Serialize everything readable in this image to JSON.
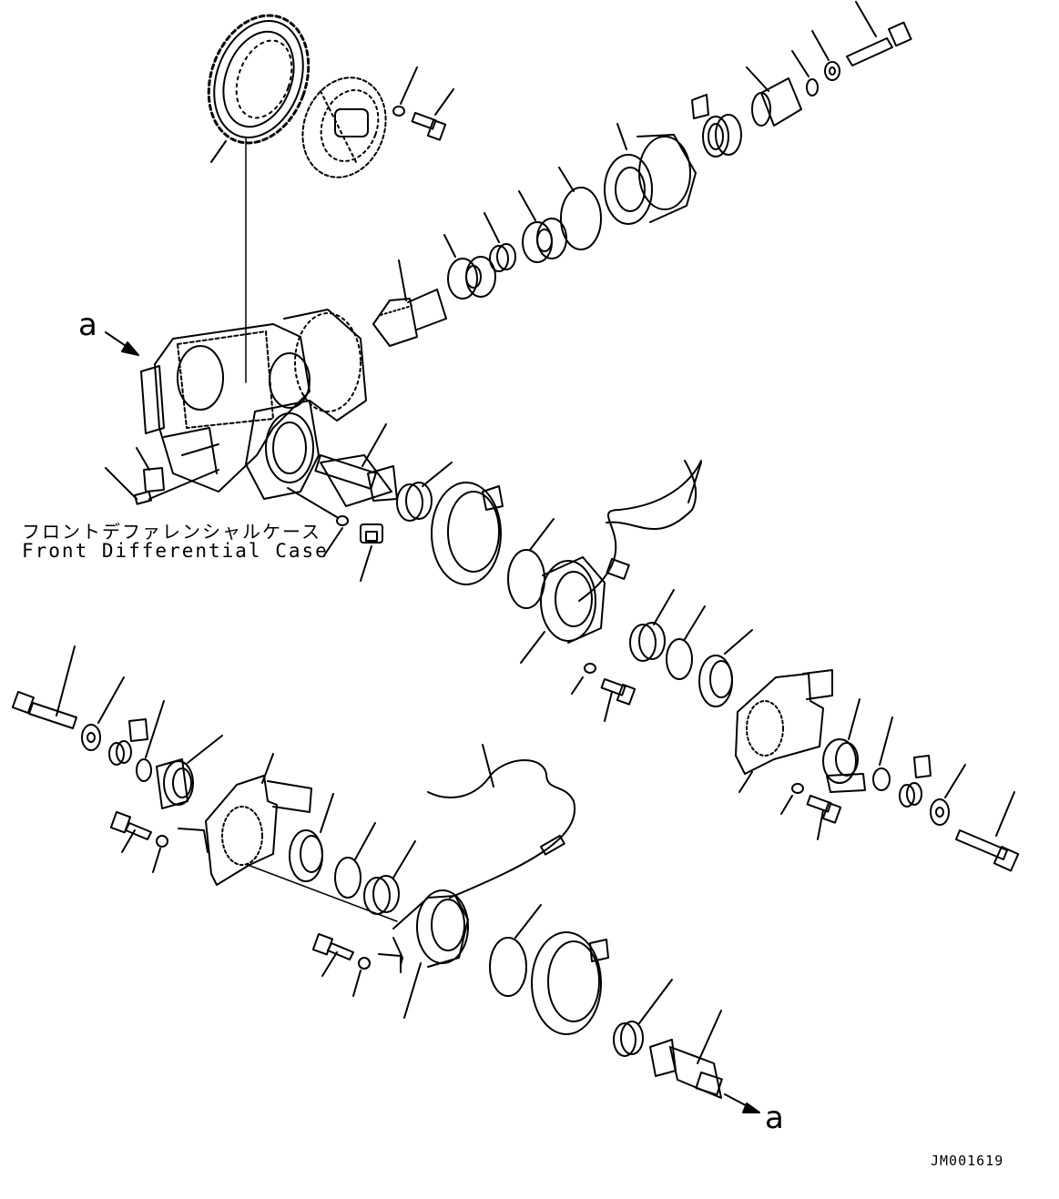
{
  "labels": {
    "case_jp": "フロントデファレンシャルケース",
    "case_en": "Front Differential Case",
    "ref_top": "a",
    "ref_bottom": "a",
    "drawing_code": "JM001619"
  },
  "colors": {
    "line": "#000000",
    "background": "#ffffff"
  }
}
